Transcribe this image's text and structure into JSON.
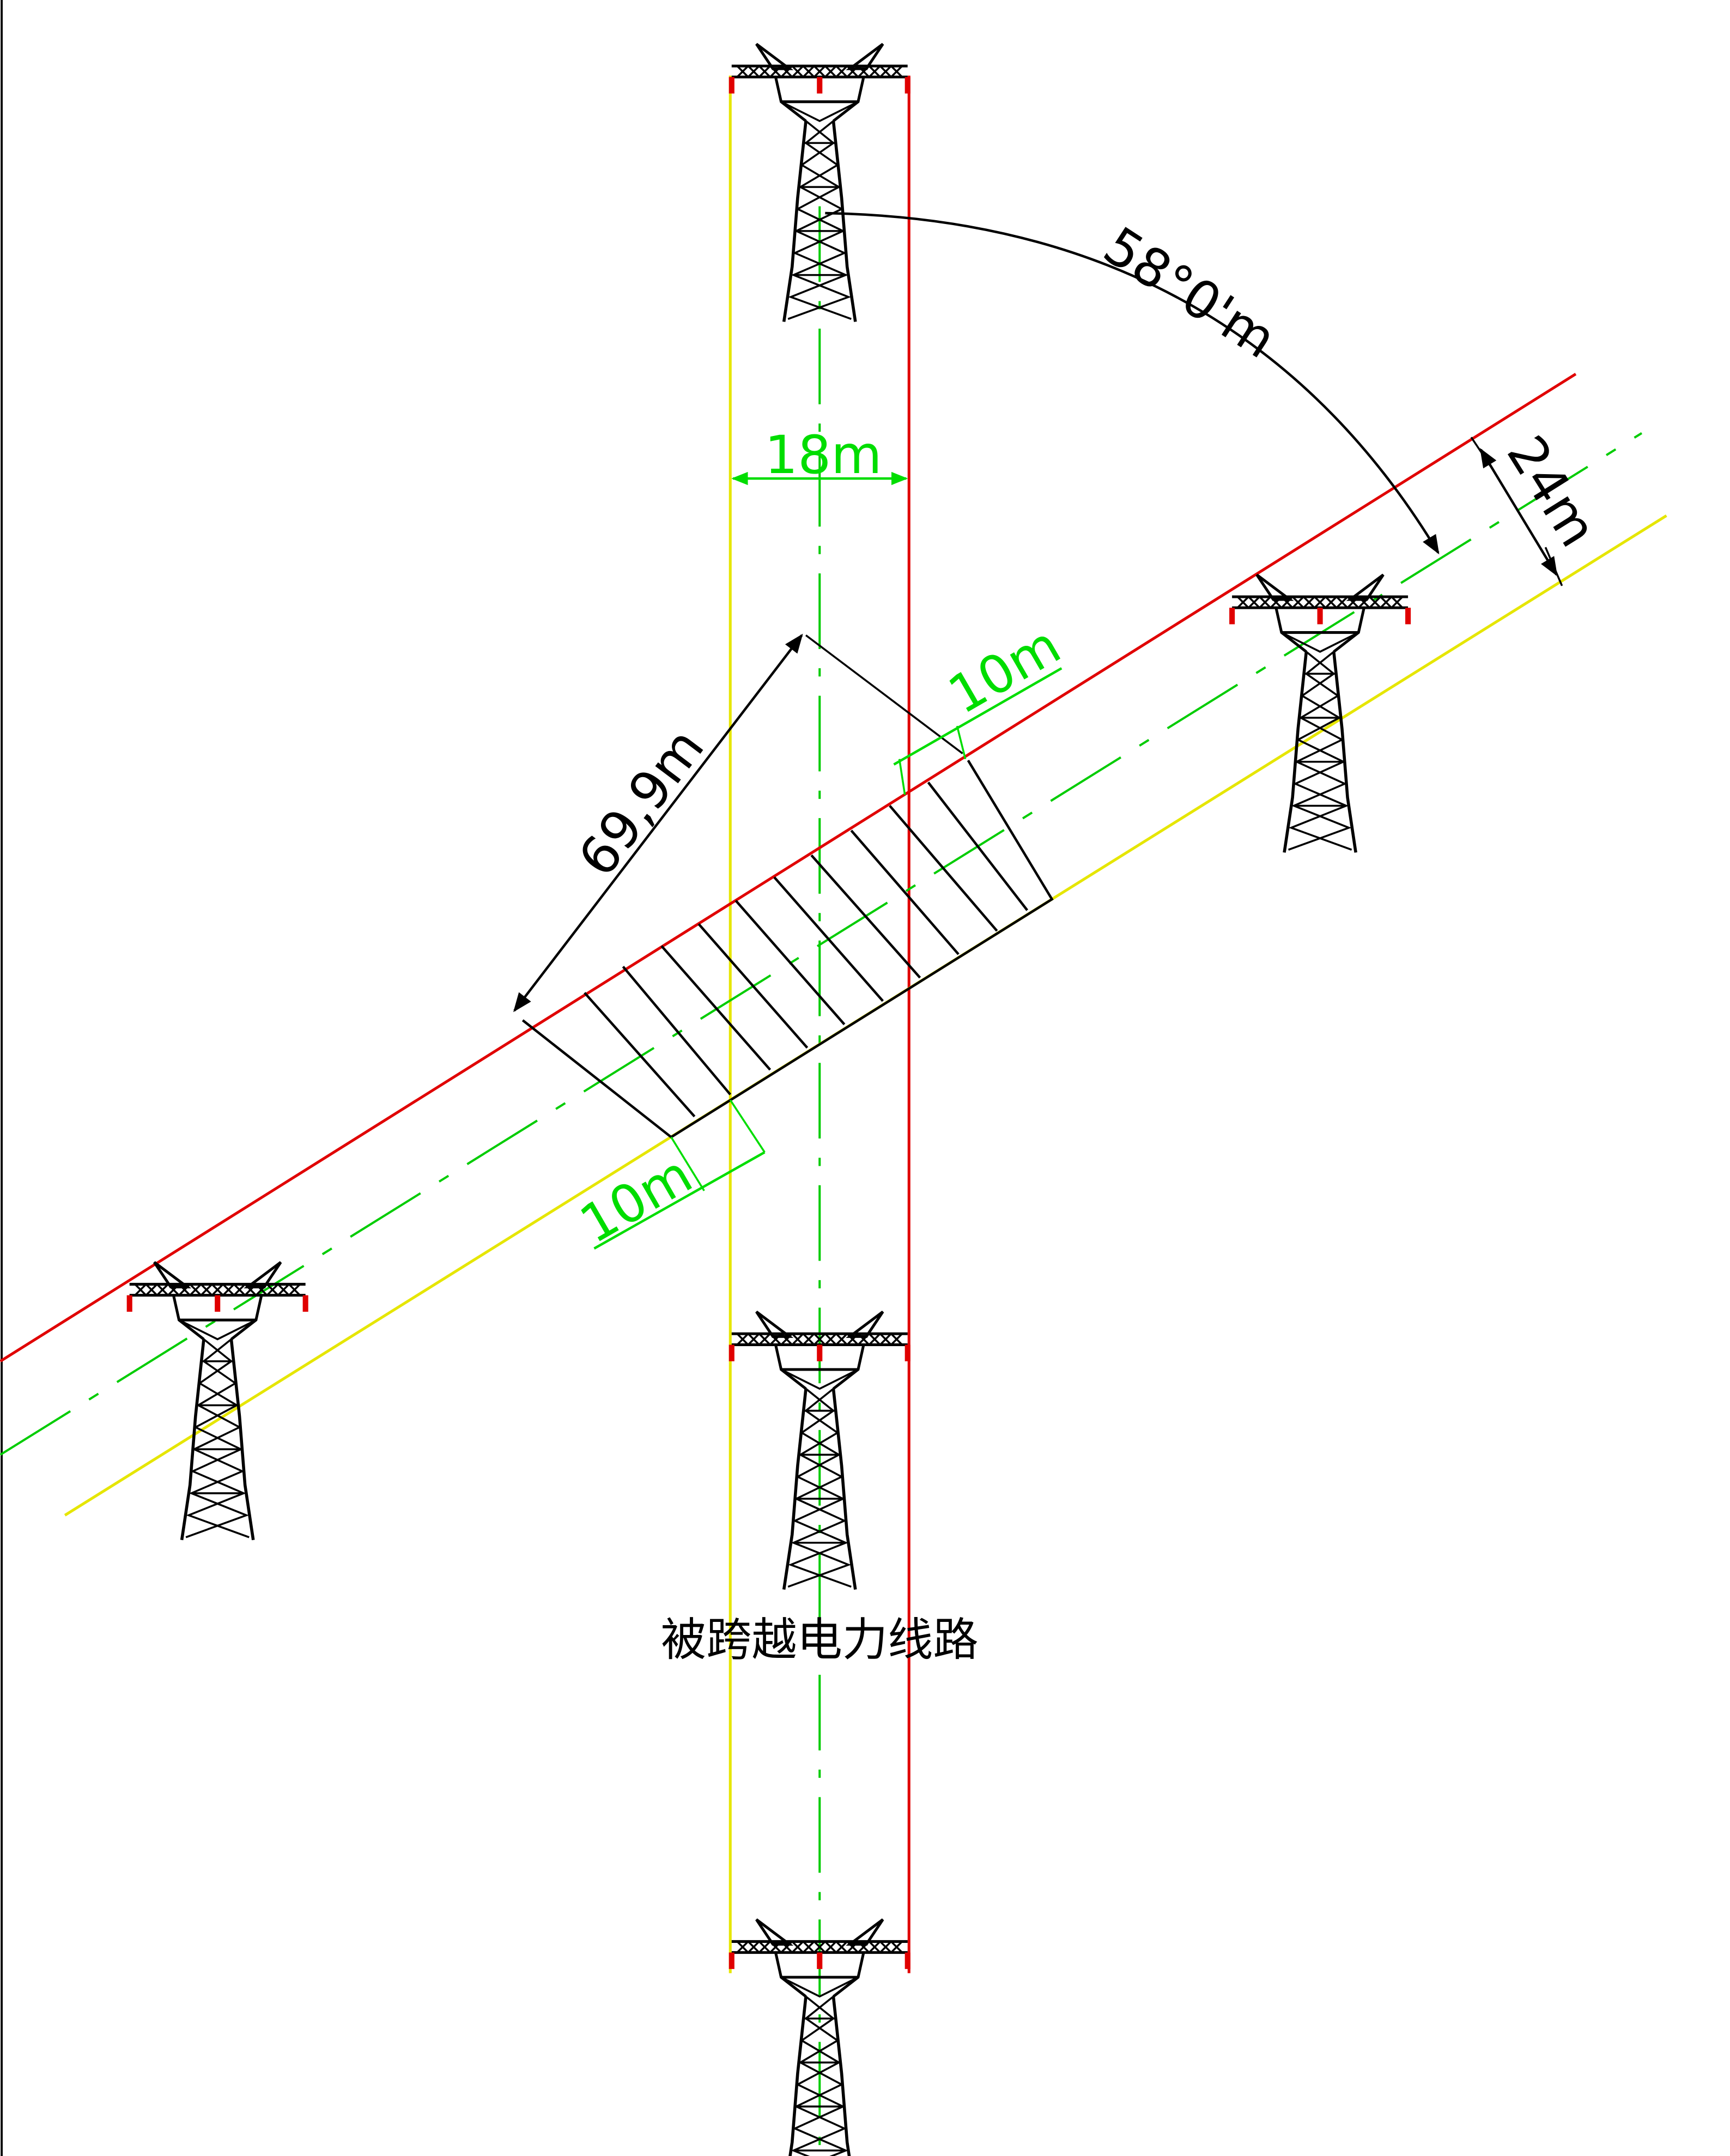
{
  "labels": {
    "angle": "58°0'm",
    "width_crossed": "18m",
    "width_new": "24m",
    "span_length": "69,9m",
    "offset_top": "10m",
    "offset_bottom": "10m",
    "caption": "被跨越电力线路"
  },
  "colors": {
    "phase_red": "#e00000",
    "center_green": "#00cc00",
    "phase_yellow": "#e6e600",
    "ink": "#000000",
    "dim_green": "#00dd00"
  }
}
